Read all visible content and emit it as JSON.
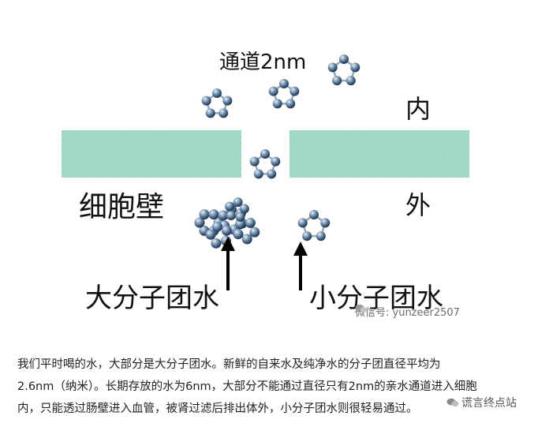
{
  "diagram": {
    "channel_label": "通道2nm",
    "inside_label": "内",
    "outside_label": "外",
    "wall_label": "细胞壁",
    "big_cluster_label": "大分子团水",
    "small_cluster_label": "小分子团水",
    "wall_color": "#a6dcc9",
    "molecule_color": "#4f6f8f",
    "watermark": "微信号: yunzeer2507"
  },
  "caption": {
    "line1": "我们平时喝的水，大部分是大分子团水。新鲜的自来水及纯净水的分子团直径平均为",
    "line2": "2.6nm（纳米）。长期存放的水为6nm，大部分不能通过直径只有2nm的亲水通道进入细胞",
    "line3": "内，只能透过肠壁进入血管，被肾过滤后排出体外，小分子团水则很轻易通过。"
  },
  "site_watermark": "谎言终点站"
}
